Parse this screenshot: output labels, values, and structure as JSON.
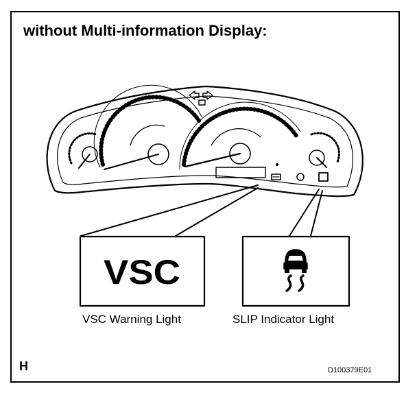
{
  "title": "without Multi-information Display:",
  "vsc_light": {
    "symbol": "VSC",
    "caption": "VSC Warning Light"
  },
  "slip_light": {
    "icon": "skid-car-icon",
    "caption": "SLIP Indicator Light"
  },
  "section_letter": "H",
  "doc_code": "D100379E01"
}
